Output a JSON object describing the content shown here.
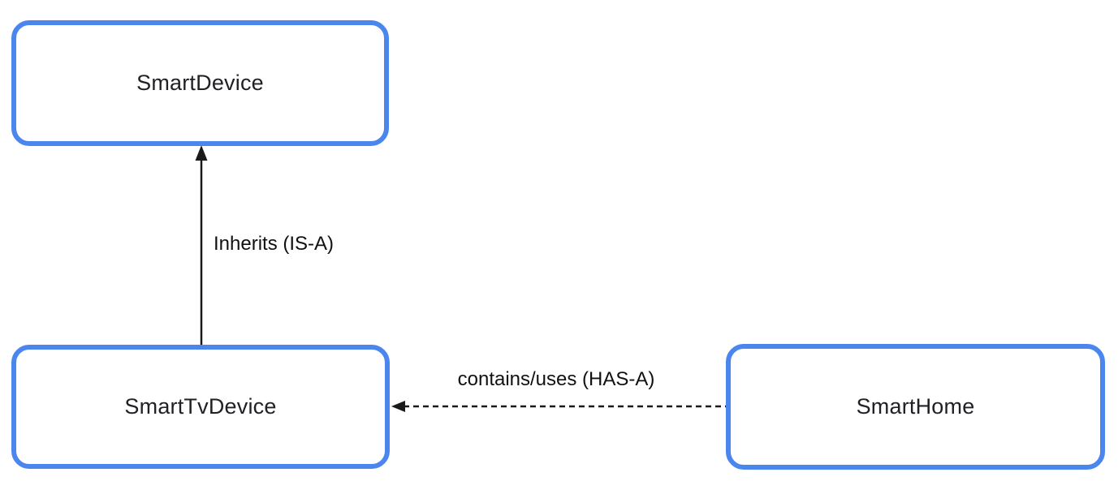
{
  "diagram": {
    "type": "class-relationship-diagram",
    "nodes": [
      {
        "id": "smart-device",
        "label": "SmartDevice"
      },
      {
        "id": "smart-tv-device",
        "label": "SmartTvDevice"
      },
      {
        "id": "smart-home",
        "label": "SmartHome"
      }
    ],
    "edges": [
      {
        "from": "SmartTvDevice",
        "to": "SmartDevice",
        "label": "Inherits (IS-A)",
        "line_style": "solid",
        "direction": "up"
      },
      {
        "from": "SmartHome",
        "to": "SmartTvDevice",
        "label": "contains/uses (HAS-A)",
        "line_style": "dashed",
        "direction": "left"
      }
    ],
    "colors": {
      "node_border": "#4a86ee",
      "node_fill": "#ffffff",
      "node_text": "#202124",
      "arrow": "#1a1a1a",
      "background": "#ffffff"
    }
  }
}
